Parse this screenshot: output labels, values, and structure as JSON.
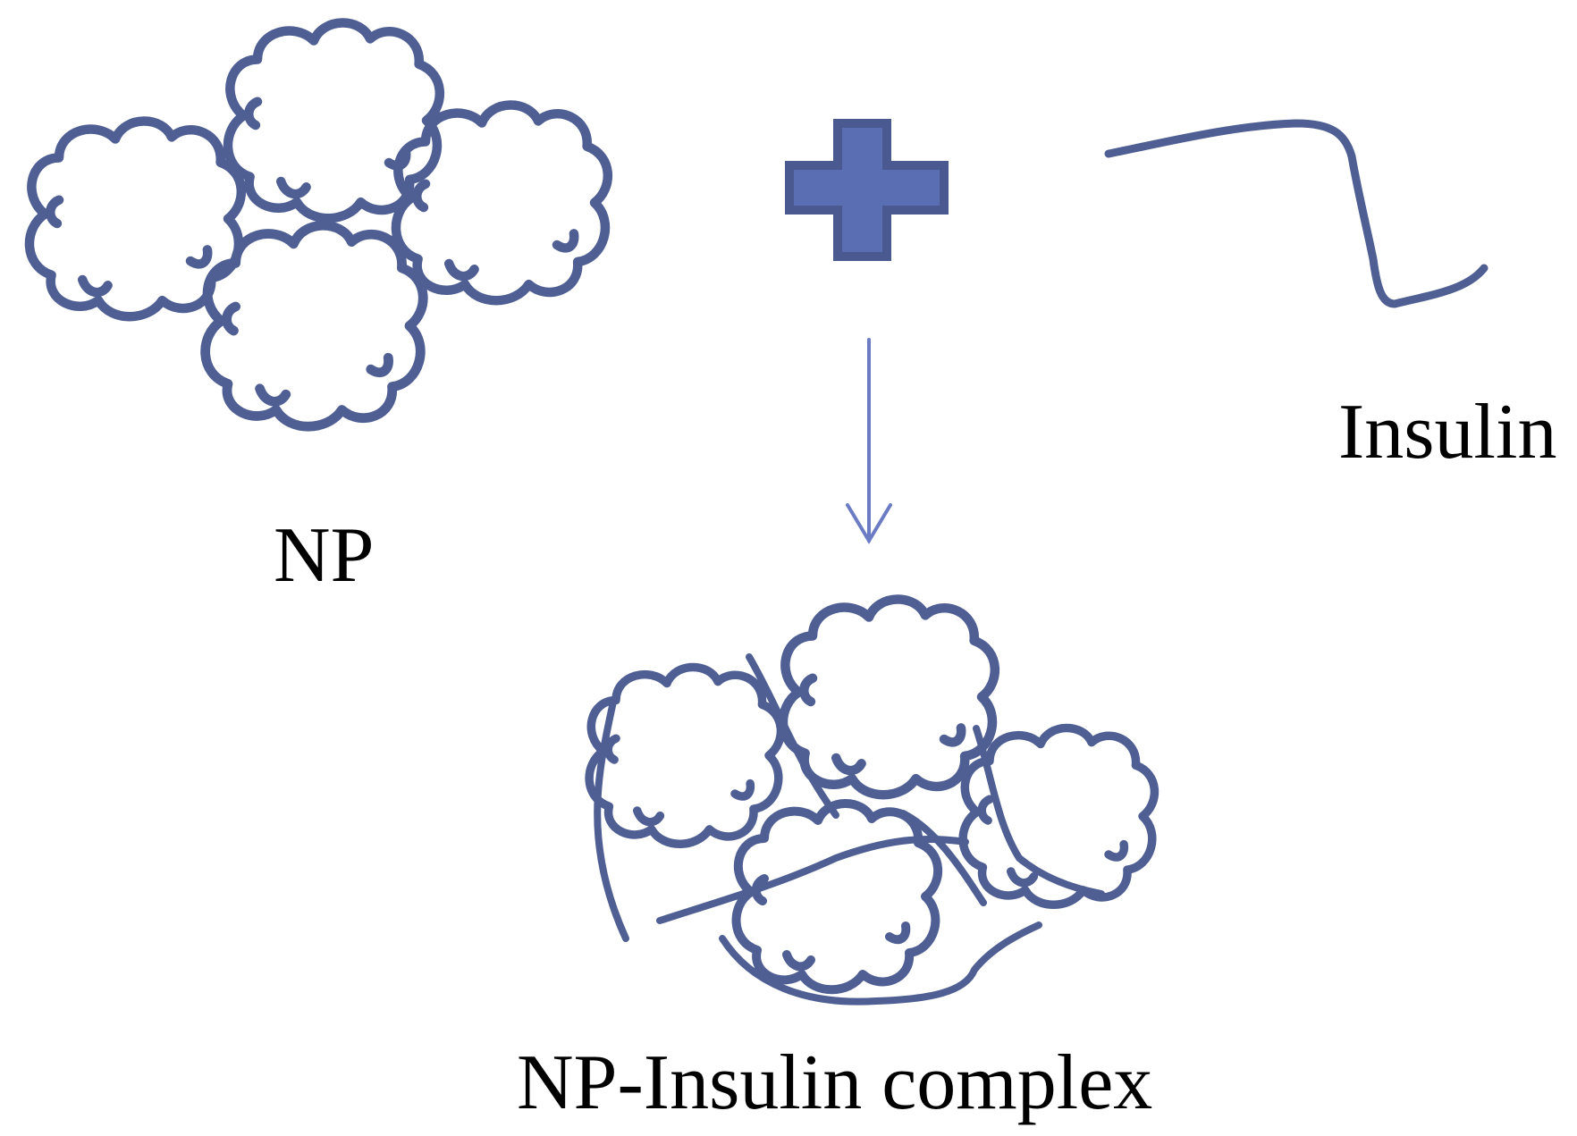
{
  "colors": {
    "stroke": "#4f5f93",
    "plus_fill": "#5a6fb3",
    "plus_border": "#4a5a90",
    "arrow": "#6b7cc4",
    "text": "#000000"
  },
  "labels": {
    "np": "NP",
    "insulin": "Insulin",
    "complex": "NP-Insulin complex"
  },
  "icons": {
    "operator": "plus-icon",
    "reaction": "arrow-down-icon"
  }
}
